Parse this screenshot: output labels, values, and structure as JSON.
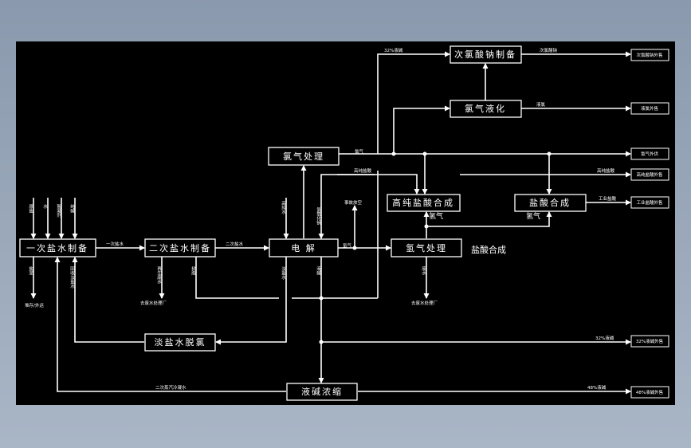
{
  "boxes": {
    "primary_brine": "一次盐水制备",
    "secondary_brine": "二次盐水制备",
    "electrolysis": "电 解",
    "chlorine_treat": "氯气处理",
    "hydrogen_treat": "氢气处理",
    "hypochlorite": "次氯酸钠制备",
    "chlorine_liquef": "氯气液化",
    "hp_hcl_synth": "高纯盐酸合成",
    "hcl_synth": "盐酸合成",
    "dilute_brine": "淡盐水脱氯",
    "caustic_conc": "液碱浓缩"
  },
  "labels": {
    "hcl_synthesis_side": "盐酸合成",
    "hydrogen_1": "氢气",
    "hydrogen_2": "氢气",
    "chlorine_gas": "氯气",
    "hydrogen_gas": "氢气",
    "primary_to_secondary": "一次盐水",
    "secondary_to_electro": "二次盐水",
    "return_to_primary": "二次蒸汽冷凝水",
    "caustic_32": "32%液碱",
    "caustic_48": "48%液碱",
    "liquid_chlorine": "液氯",
    "hypochlorite_out": "次氯酸钠",
    "hp_hcl_product": "高纯盐酸",
    "industrial_hcl": "工业盐酸",
    "caustic_32_feed": "32%液碱",
    "input_1": "原盐",
    "input_2": "水",
    "input_3": "絮凝剂",
    "input_4": "纯碱",
    "out_primary_1": "盐泥",
    "out_primary_2": "堆存/外运",
    "brine_return": "回收淡盐水",
    "secondary_out_1": "再生废水",
    "secondary_out_2": "去废水处理厂",
    "secondary_out_3": "树脂",
    "electro_in_1": "高纯水",
    "electro_in_2": "氢氧化钠",
    "electro_out_1": "淡盐水",
    "electro_out_2": "液碱",
    "vent": "事故放空",
    "hydrogen_out_1": "废水",
    "hydrogen_out_2": "去废水处理厂"
  },
  "outputs": {
    "hypochlorite_sale": "次氯酸钠外售",
    "liquid_chlorine_sale": "液氯外售",
    "chlorine_use": "氯气外供",
    "hp_hcl_sale": "高纯盐酸外售",
    "industrial_hcl_sale": "工业盐酸外售",
    "caustic32_sale": "32%液碱外售",
    "caustic48_sale": "48%液碱外售"
  }
}
